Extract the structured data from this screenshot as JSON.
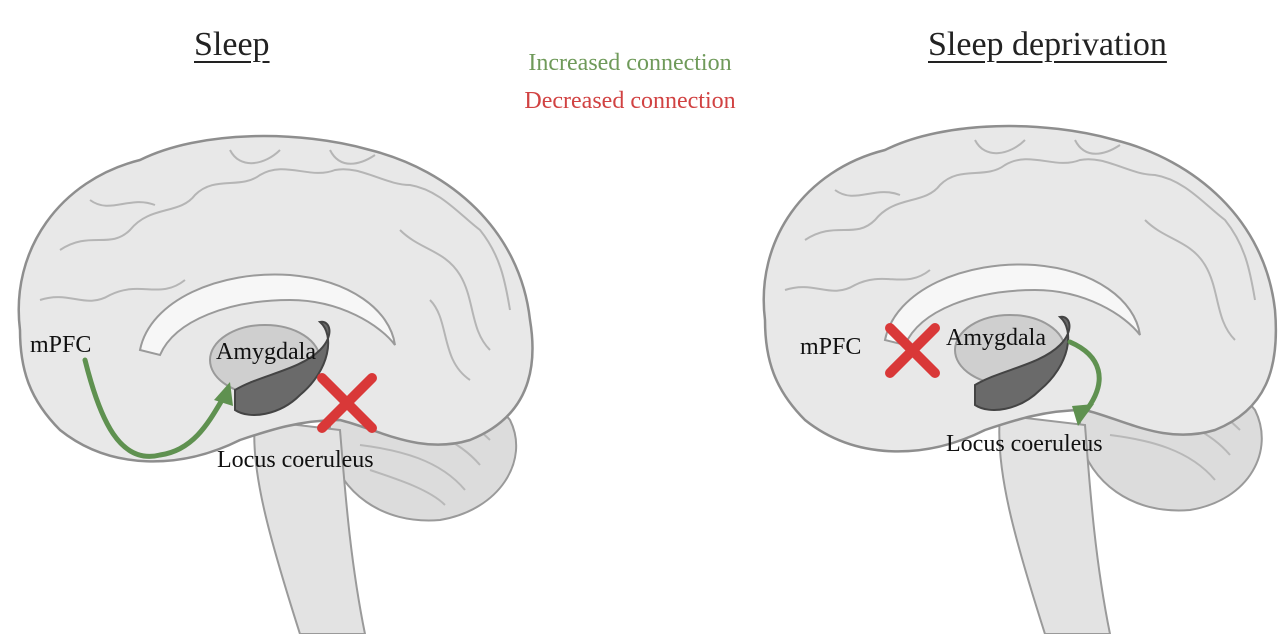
{
  "titles": {
    "left": "Sleep",
    "right": "Sleep deprivation"
  },
  "legend": {
    "increased": "Increased connection",
    "decreased": "Decreased connection",
    "increased_color": "#6f9a5a",
    "decreased_color": "#d14242"
  },
  "panels": {
    "left": {
      "mpfc": "mPFC",
      "amygdala": "Amygdala",
      "locus": "Locus coeruleus"
    },
    "right": {
      "mpfc": "mPFC",
      "amygdala": "Amygdala",
      "locus": "Locus coeruleus"
    }
  }
}
